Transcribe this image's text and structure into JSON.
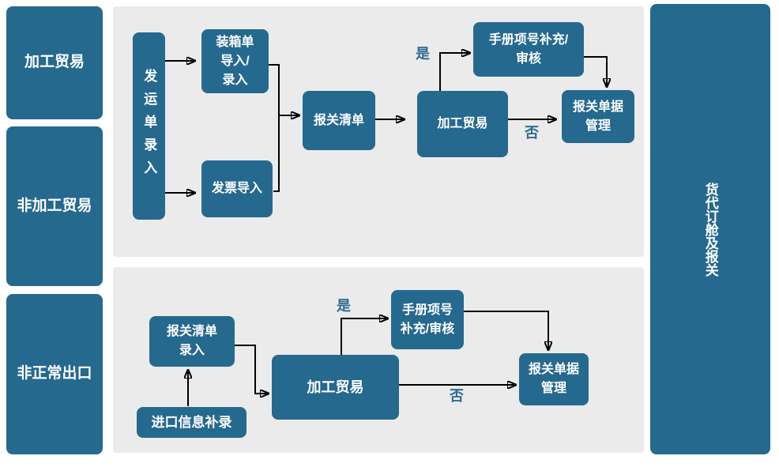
{
  "colors": {
    "node_fill": "#26698f",
    "panel_bg": "#ebebeb",
    "page_bg": "#ffffff",
    "node_text": "#ffffff",
    "branch_label_text": "#2c6c94",
    "connector_line": "#000000"
  },
  "lanes": {
    "processing_trade": "加工贸易",
    "non_processing_trade": "非加工贸易",
    "abnormal_export": "非正常出口",
    "freight_booking": "货代订舱及报关"
  },
  "top_flow": {
    "shipping_order_entry": "发运单录入",
    "packing_list_import": "装箱单\n导入/\n录入",
    "invoice_import": "发票导入",
    "customs_list": "报关清单",
    "processing_trade_decision": "加工贸易",
    "manual_item_supplement": "手册项号补充/\n审核",
    "customs_doc_management": "报关单据\n管理",
    "yes": "是",
    "no": "否"
  },
  "bottom_flow": {
    "customs_list_entry": "报关清单\n录入",
    "import_info_supplement": "进口信息补录",
    "processing_trade_decision": "加工贸易",
    "manual_item_supplement": "手册项号\n补充/审核",
    "customs_doc_management": "报关单据\n管理",
    "yes": "是",
    "no": "否"
  }
}
